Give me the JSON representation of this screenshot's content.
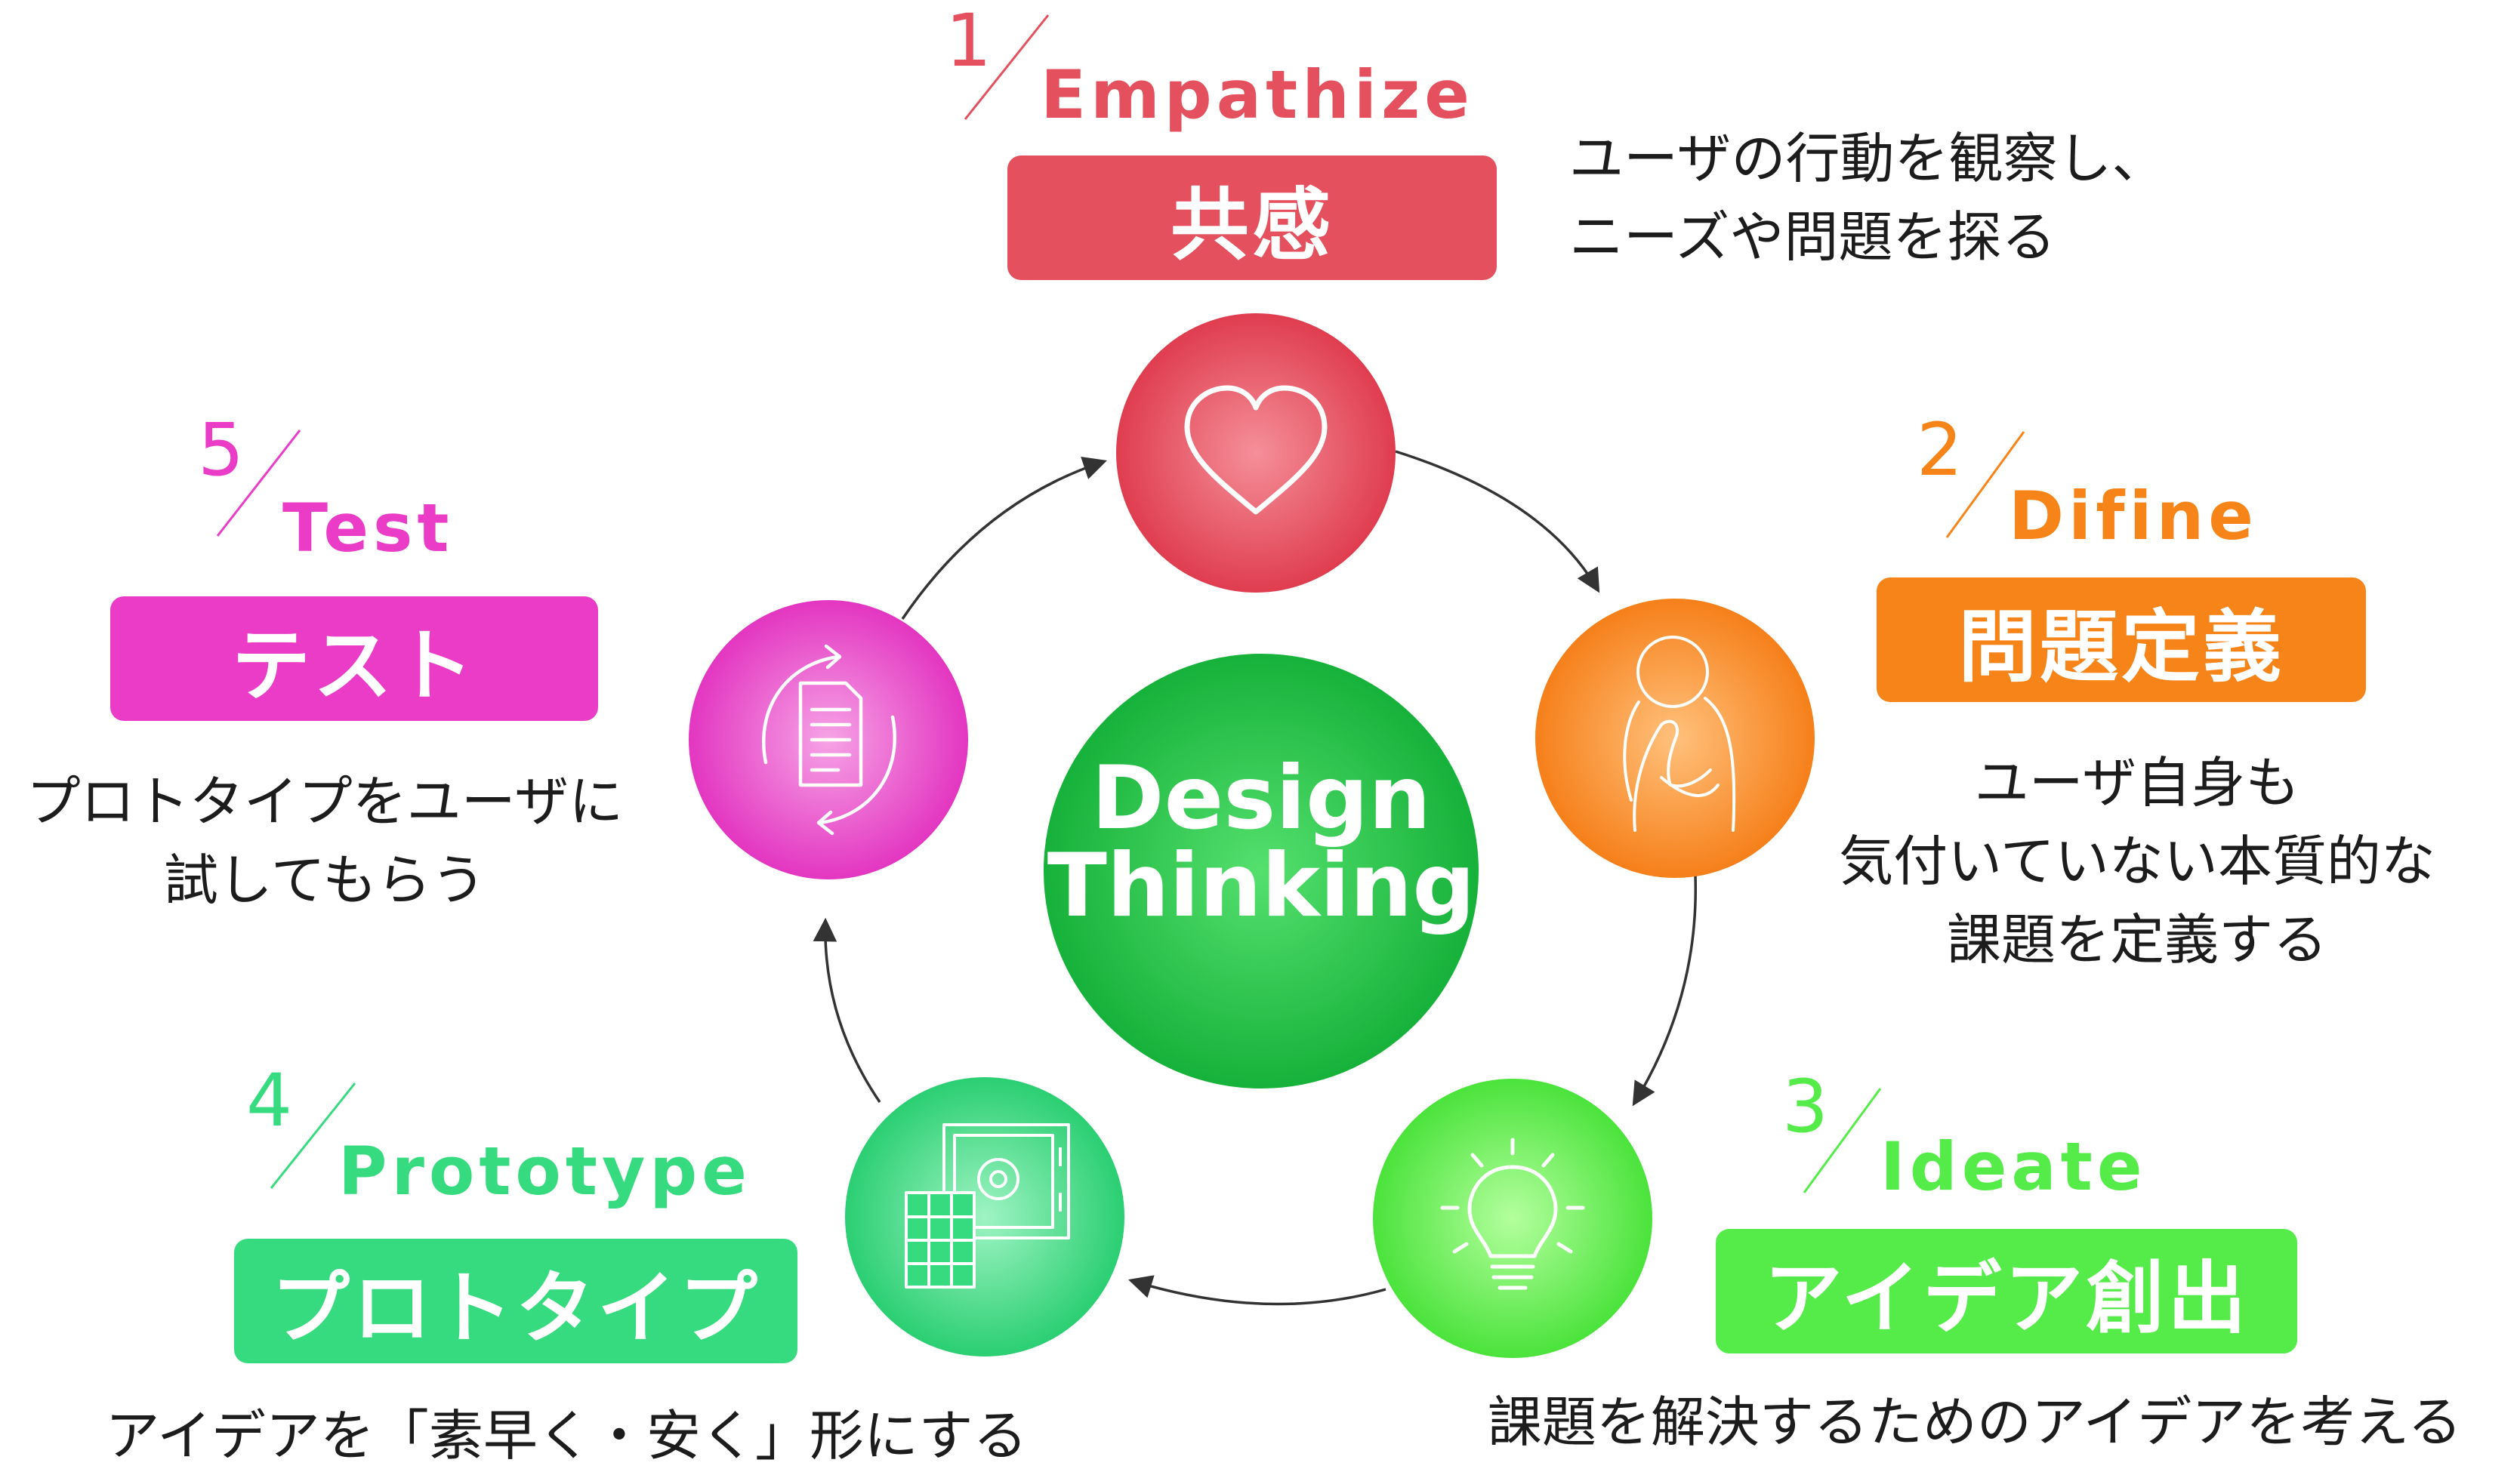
{
  "center": {
    "line1": "Design",
    "line2": "Thinking",
    "color": "#1fba3f"
  },
  "steps": [
    {
      "num": "1",
      "en": "Empathize",
      "ja": "共感",
      "desc": [
        "ユーザの行動を観察し、",
        "ニーズや問題を探る"
      ],
      "color": "#e5505e",
      "icon": "heart-icon"
    },
    {
      "num": "2",
      "en": "Difine",
      "ja": "問題定義",
      "desc": [
        "ユーザ自身も",
        "気付いていない本質的な",
        "課題を定義する"
      ],
      "color": "#f68419",
      "icon": "thinking-person-icon"
    },
    {
      "num": "3",
      "en": "Ideate",
      "ja": "アイデア創出",
      "desc": [
        "課題を解決するためのアイデアを考える"
      ],
      "color": "#55ec4a",
      "icon": "lightbulb-icon"
    },
    {
      "num": "4",
      "en": "Prototype",
      "ja": "プロトタイプ",
      "desc": [
        "アイデアを「素早く・安く」形にする"
      ],
      "color": "#37db7f",
      "icon": "safe-calculator-icon"
    },
    {
      "num": "5",
      "en": "Test",
      "ja": "テスト",
      "desc": [
        "プロトタイプをユーザに",
        "試してもらう"
      ],
      "color": "#ea3cc7",
      "icon": "document-cycle-icon"
    }
  ]
}
